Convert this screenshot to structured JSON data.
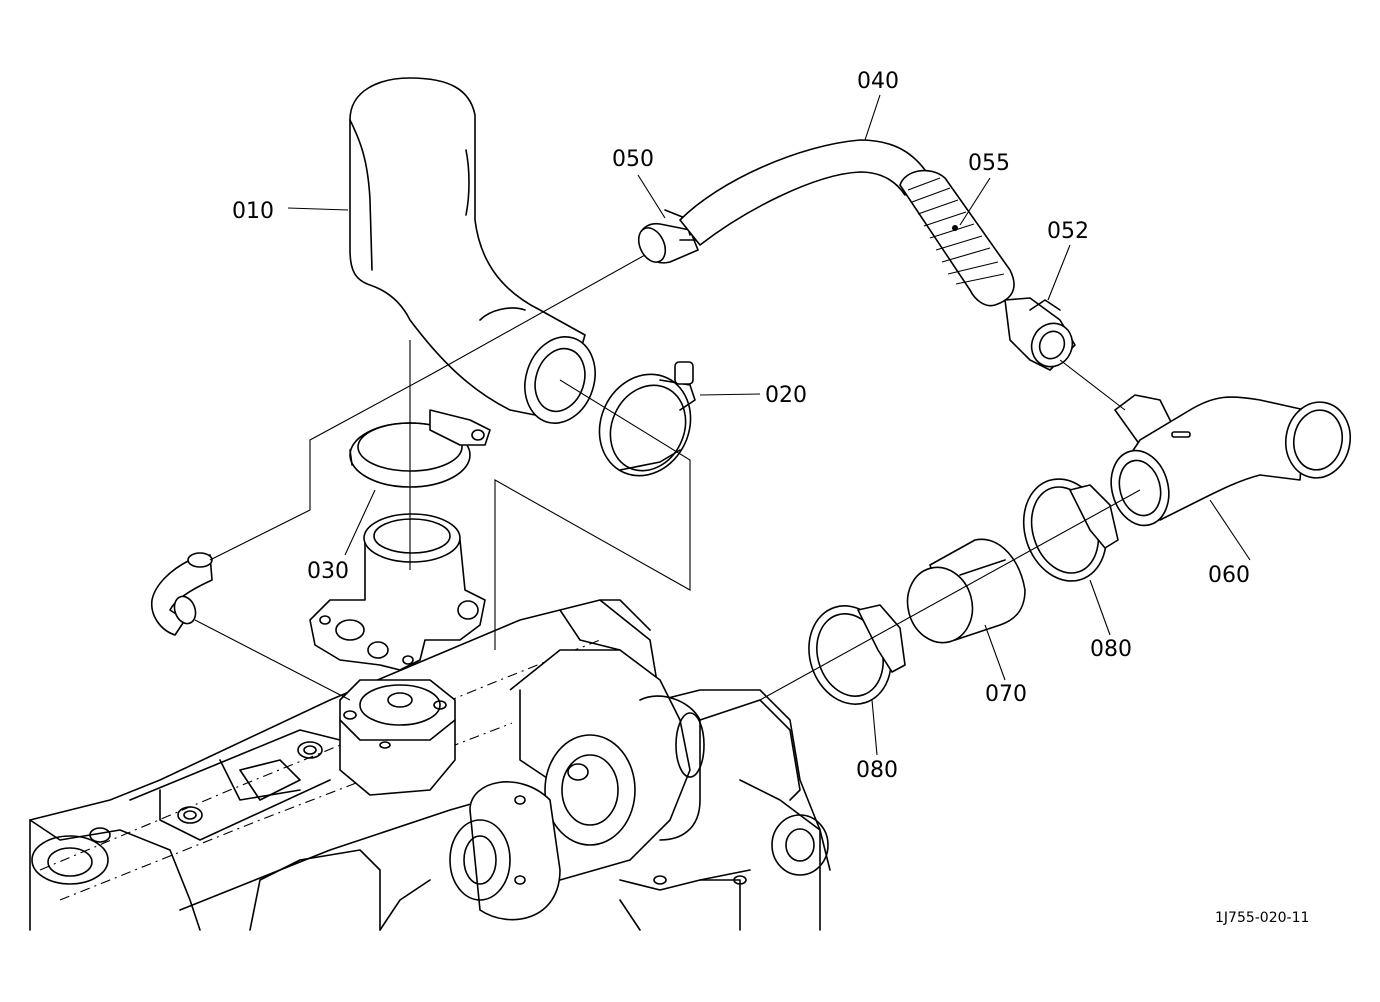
{
  "diagram": {
    "reference_code": "1J755-020-11",
    "parts": [
      {
        "id": "010",
        "label": "010"
      },
      {
        "id": "020",
        "label": "020"
      },
      {
        "id": "030",
        "label": "030"
      },
      {
        "id": "040",
        "label": "040"
      },
      {
        "id": "050",
        "label": "050"
      },
      {
        "id": "052",
        "label": "052"
      },
      {
        "id": "055",
        "label": "055"
      },
      {
        "id": "060",
        "label": "060"
      },
      {
        "id": "070",
        "label": "070"
      },
      {
        "id": "080a",
        "label": "080"
      },
      {
        "id": "080b",
        "label": "080"
      }
    ]
  }
}
